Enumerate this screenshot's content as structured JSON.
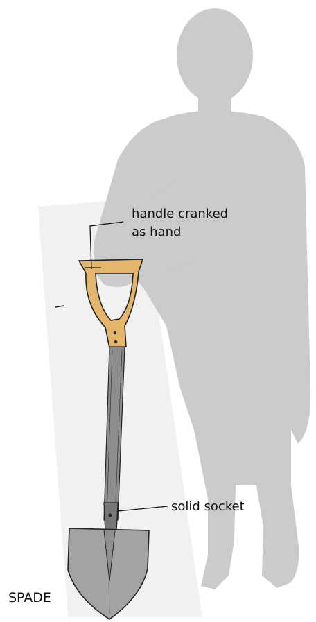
{
  "colors": {
    "silhouette": "#cbcbcb",
    "paper_backdrop": "#f1f1f1",
    "handle_wood": "#e4b66b",
    "shaft_metal": "#8d8d8d",
    "blade_metal": "#a3a3a3",
    "sketch_line": "#222222"
  },
  "annotations": {
    "handle_line1": "handle cranked",
    "handle_line2": "as hand",
    "socket": "solid socket"
  },
  "title": "SPADE"
}
